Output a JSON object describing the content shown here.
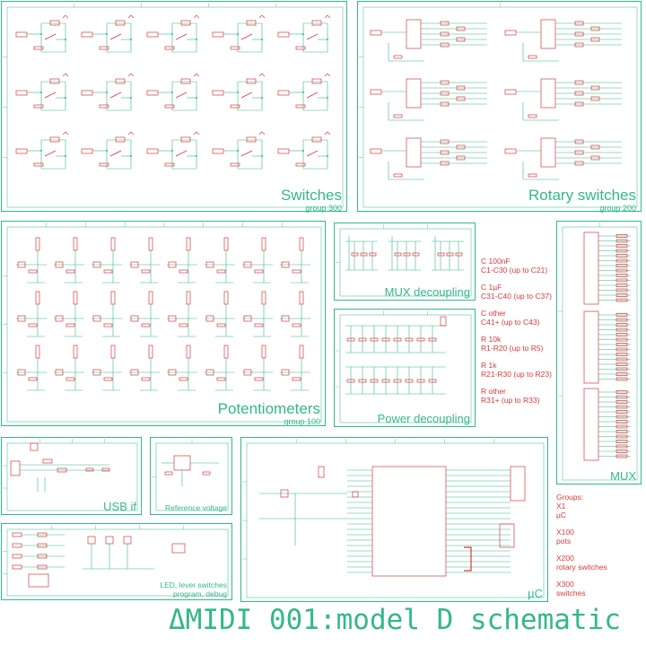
{
  "title": "ΔMIDI 001:model D schematic",
  "colors": {
    "frame": "#33b88a",
    "part": "#d83a3a",
    "wire": "#33b88a"
  },
  "sheets": {
    "switches": {
      "title": "Switches",
      "group": "group 300"
    },
    "rotary": {
      "title": "Rotary switches",
      "group": "group 200"
    },
    "potentiometers": {
      "title": "Potentiometers",
      "group": "group 100"
    },
    "mux_decoupling": {
      "title": "MUX decoupling"
    },
    "power_decoupling": {
      "title": "Power decoupling"
    },
    "mux": {
      "title": "MUX"
    },
    "usb": {
      "title": "USB if"
    },
    "reference": {
      "title": "Reference voltage"
    },
    "led": {
      "title_line1": "LED, lever switches",
      "title_line2": "program, debug"
    },
    "uc": {
      "title": "µC"
    }
  },
  "legend": [
    {
      "line1": "C 100nF",
      "line2": "C1-C30 (up to C21)"
    },
    {
      "line1": "C 1µF",
      "line2": "C31-C40 (up to C37)"
    },
    {
      "line1": "C other",
      "line2": "C41+ (up to C43)"
    },
    {
      "line1": "R 10k",
      "line2": "R1-R20 (up to R5)"
    },
    {
      "line1": "R 1k",
      "line2": "R21-R30 (up to R23)"
    },
    {
      "line1": "R other",
      "line2": "R31+ (up to R33)"
    }
  ],
  "groups": {
    "heading": "Groups:",
    "items": [
      {
        "line1": "X1",
        "line2": "µC"
      },
      {
        "line1": "X100",
        "line2": "pots"
      },
      {
        "line1": "X200",
        "line2": "rotary switches"
      },
      {
        "line1": "X300",
        "line2": "switches"
      }
    ]
  }
}
